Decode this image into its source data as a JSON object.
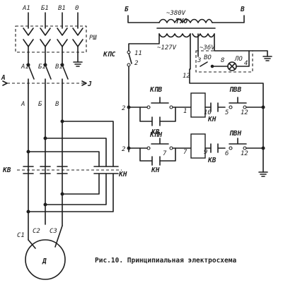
{
  "labels": {
    "phase_top": [
      "A1",
      "Б1",
      "В1",
      "0"
    ],
    "rsh": "РШ",
    "phase_mid": [
      "A1",
      "Б1",
      "В1"
    ],
    "arrow_a": "A",
    "arrow_j": "J",
    "phase_low": [
      "A",
      "Б",
      "В"
    ],
    "kv_left": "КВ",
    "kn_right": "КН",
    "motor_terms": [
      "C1",
      "C2",
      "C3"
    ],
    "motor": "Д",
    "b_top": "Б",
    "v_top": "В",
    "v380": "~380V",
    "tuo": "ТУО",
    "v127": "~127V",
    "v36": "~36V",
    "kps": "КПС",
    "n11": "11",
    "n2": "2",
    "n3": "3",
    "vo": "ВО",
    "n8": "8",
    "lo": "ЛО",
    "n4": "4",
    "n12_mid": "12",
    "kpv": "КПВ",
    "pvv": "ПВВ",
    "n2_a": "2",
    "kv_c": "КВ",
    "n1": "1",
    "n10": "10",
    "kn_c": "КН",
    "n5": "5",
    "n12_a": "12",
    "kpn": "КПН",
    "pvn": "ПВН",
    "n2_b": "2",
    "n7": "7",
    "n7_b": "7",
    "n9": "9",
    "n6": "6",
    "n12_b": "12",
    "kn_d": "КН",
    "kv_d": "КВ",
    "caption": "Рис.10. Принципиальная электросхема"
  }
}
